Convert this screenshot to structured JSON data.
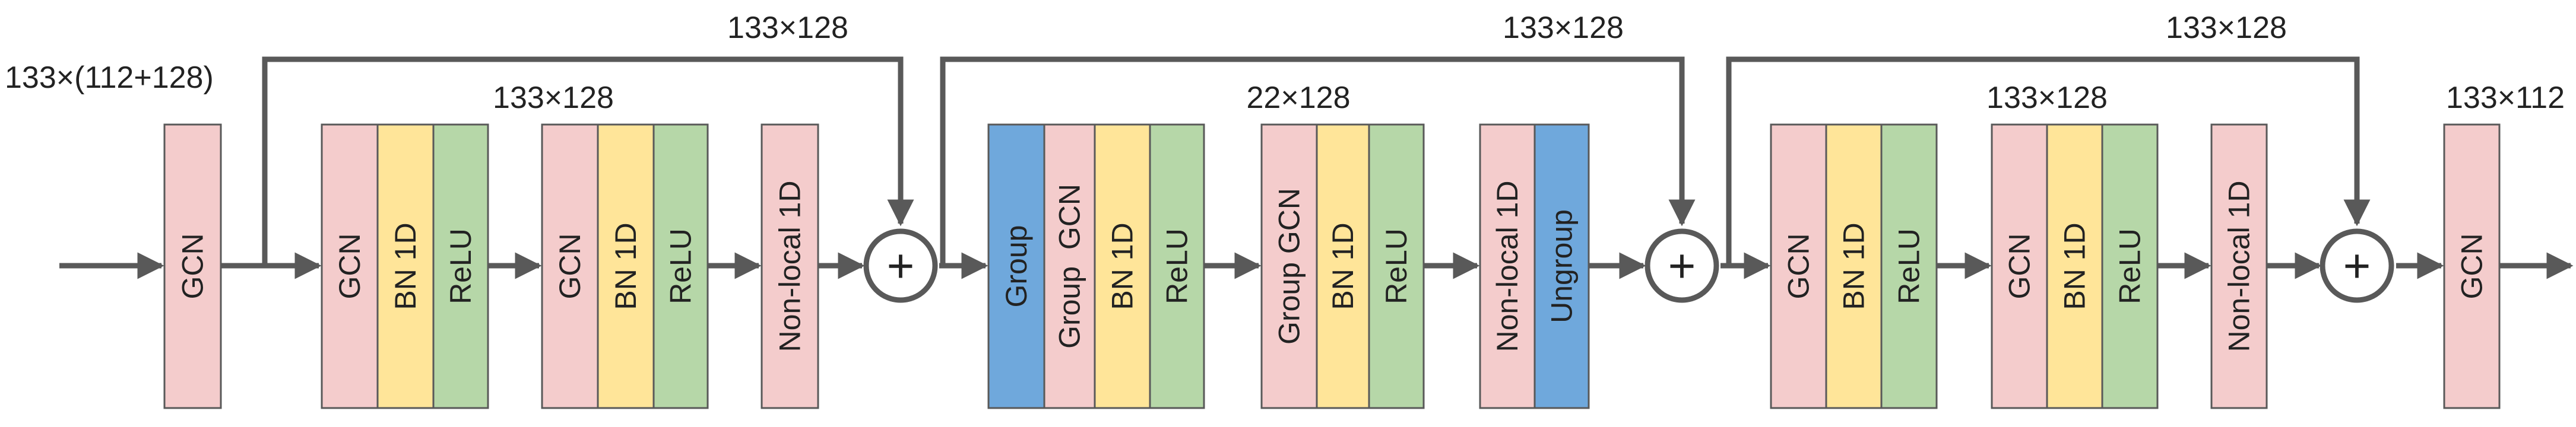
{
  "colors": {
    "gcn": "#f4cccc",
    "bn": "#ffe599",
    "relu": "#b6d7a8",
    "group": "#6fa8dc",
    "stroke": "#595959",
    "text": "#222222"
  },
  "dimensions": {
    "input": "133×(112+128)",
    "skip1": "133×128",
    "block1": "133×128",
    "skip2": "133×128",
    "block2": "22×128",
    "skip3": "133×128",
    "block3": "133×128",
    "output": "133×112"
  },
  "blocks": {
    "gcn_in": "GCN",
    "gcn": "GCN",
    "bn": "BN 1D",
    "relu": "ReLU",
    "nonlocal": "Non-local 1D",
    "group": "Group",
    "group_gcn": "Group  GCN",
    "group_gcn2": "Group GCN",
    "ungroup": "Ungroup",
    "gcn_out": "GCN"
  },
  "operators": {
    "add": "+"
  }
}
